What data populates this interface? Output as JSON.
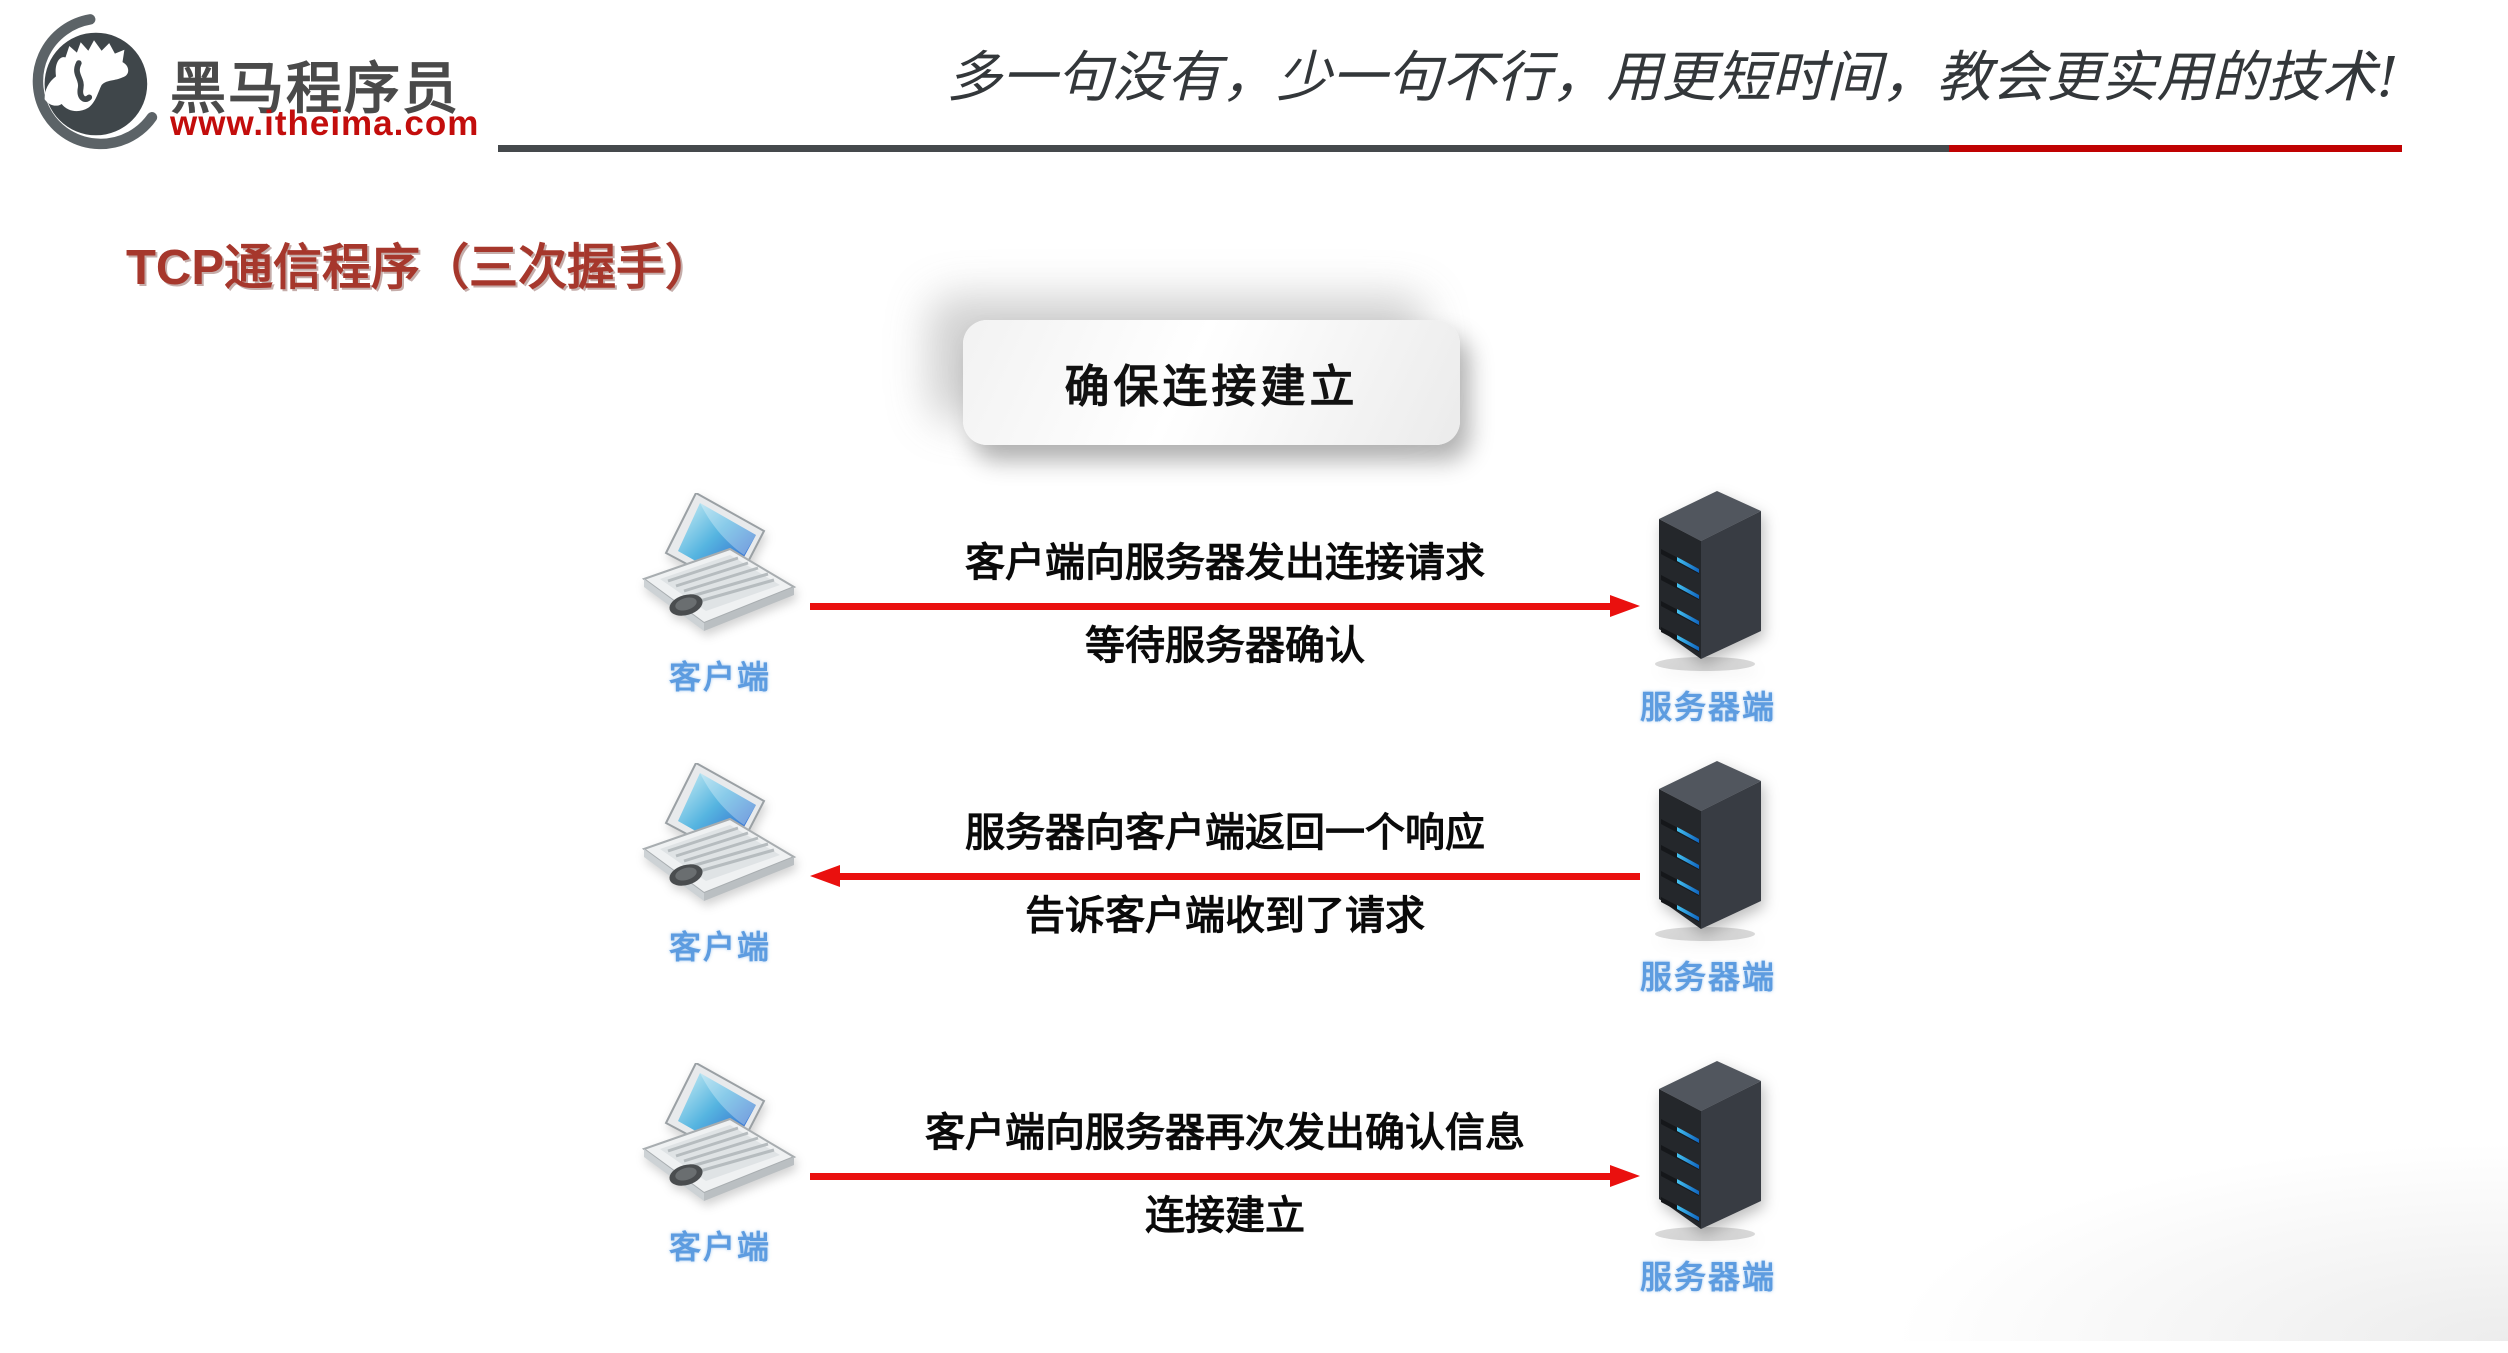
{
  "header": {
    "logo": {
      "icon": "horse-logo-icon",
      "brand": "黑马程序员",
      "site": "www.itheima.com",
      "brand_color": "#4a4a4a",
      "site_color": "#c30d0c"
    },
    "slogan": "多一句没有，少一句不行，用更短时间，教会更实用的技术!",
    "divider": {
      "left_color": "#45494c",
      "right_color": "#c00202"
    }
  },
  "title": "TCP通信程序（三次握手）",
  "banner": {
    "label": "确保连接建立"
  },
  "rows": [
    {
      "client_label": "客户端",
      "server_label": "服务器端",
      "line1": "客户端向服务器发出连接请求",
      "line2": "等待服务器确认",
      "direction": "right"
    },
    {
      "client_label": "客户端",
      "server_label": "服务器端",
      "line1": "服务器向客户端返回一个响应",
      "line2": "告诉客户端收到了请求",
      "direction": "left"
    },
    {
      "client_label": "客户端",
      "server_label": "服务器端",
      "line1": "客户端向服务器再次发出确认信息",
      "line2": "连接建立",
      "direction": "right"
    }
  ],
  "colors": {
    "arrow": "#ea100e",
    "title": "#a6372c",
    "device_label": "#5d9ce0",
    "text": "#0a0a0a"
  },
  "icons": {
    "client": "laptop-icon",
    "server": "server-icon"
  }
}
